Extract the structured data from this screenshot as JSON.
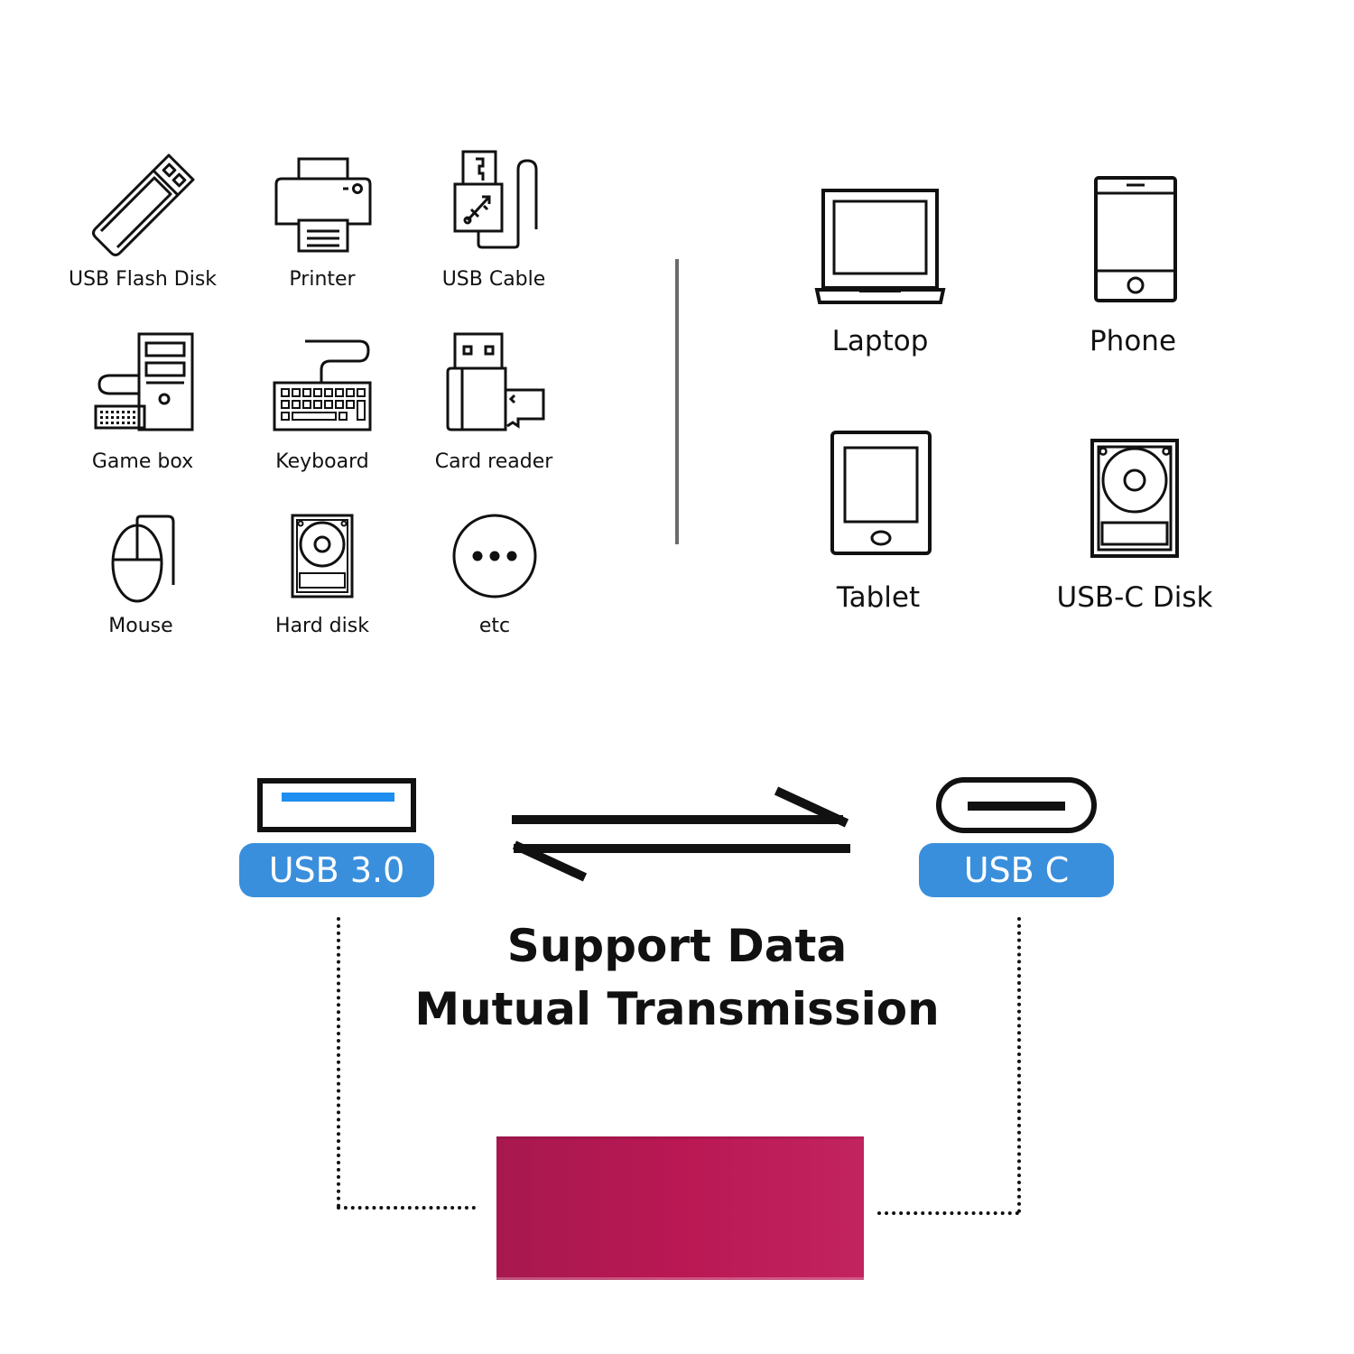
{
  "left_devices": [
    {
      "label": "USB Flash Disk",
      "icon": "usb-flash-disk-icon"
    },
    {
      "label": "Printer",
      "icon": "printer-icon"
    },
    {
      "label": "USB Cable",
      "icon": "usb-cable-icon"
    },
    {
      "label": "Game box",
      "icon": "game-box-icon"
    },
    {
      "label": "Keyboard",
      "icon": "keyboard-icon"
    },
    {
      "label": "Card reader",
      "icon": "card-reader-icon"
    },
    {
      "label": "Mouse",
      "icon": "mouse-icon"
    },
    {
      "label": "Hard disk",
      "icon": "hard-disk-icon"
    },
    {
      "label": "etc",
      "icon": "ellipsis-icon"
    }
  ],
  "right_devices": [
    {
      "label": "Laptop",
      "icon": "laptop-icon"
    },
    {
      "label": "Phone",
      "icon": "phone-icon"
    },
    {
      "label": "Tablet",
      "icon": "tablet-icon"
    },
    {
      "label": "USB-C Disk",
      "icon": "usb-c-disk-icon"
    }
  ],
  "ports": {
    "usb_a": {
      "label": "USB 3.0",
      "icon": "usb-a-port-icon"
    },
    "usb_c": {
      "label": "USB C",
      "icon": "usb-c-port-icon"
    }
  },
  "headline": {
    "line1": "Support Data",
    "line2": "Mutual Transmission"
  },
  "colors": {
    "badge_blue": "#3a8fdc",
    "usb_a_tongue": "#1e8ef0",
    "device_magenta": "#b81a55",
    "divider_gray": "#6b6b6b"
  }
}
